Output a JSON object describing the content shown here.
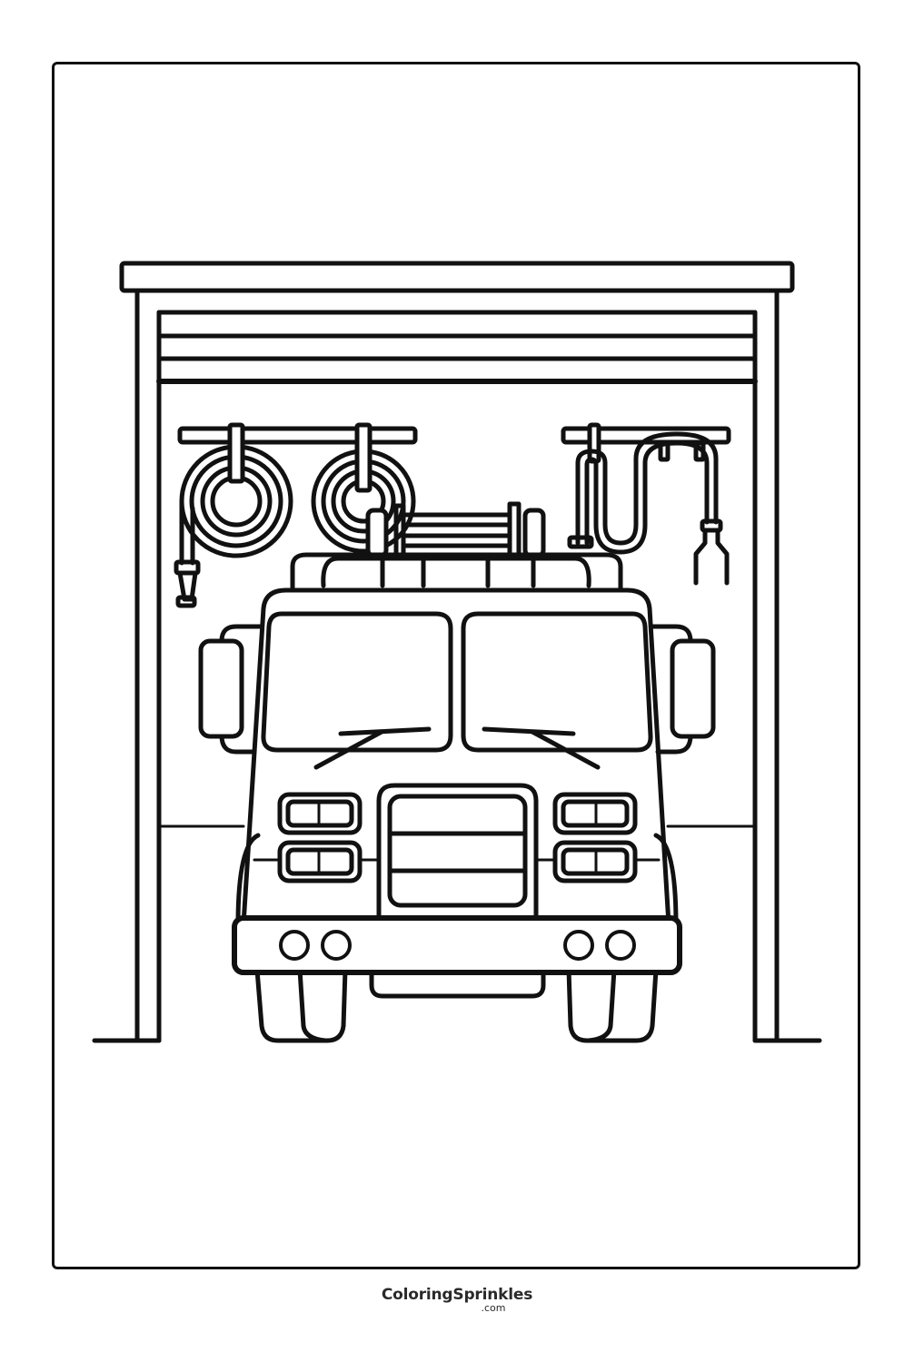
{
  "page": {
    "subject": "Fire truck parked in a fire station garage",
    "style": "black-and-white line art coloring page",
    "colors": {
      "line": "#111111",
      "background": "#ffffff",
      "brand_text": "#2a2a2a"
    }
  },
  "scene": {
    "garage": {
      "door_slats": 3,
      "hose_rack_left_reels": 2,
      "hose_rack_right_hoses": 2
    },
    "truck": {
      "windshield_panes": 2,
      "wipers": 2,
      "side_mirrors": 2,
      "headlight_clusters": 4,
      "grille_sections": 3,
      "bumper_lights": 4,
      "light_bar_segments": 5,
      "ladder_rungs": 4,
      "wheels_visible": 2
    }
  },
  "footer": {
    "brand_name": "ColoringSprinkles",
    "brand_tld": ".com"
  }
}
